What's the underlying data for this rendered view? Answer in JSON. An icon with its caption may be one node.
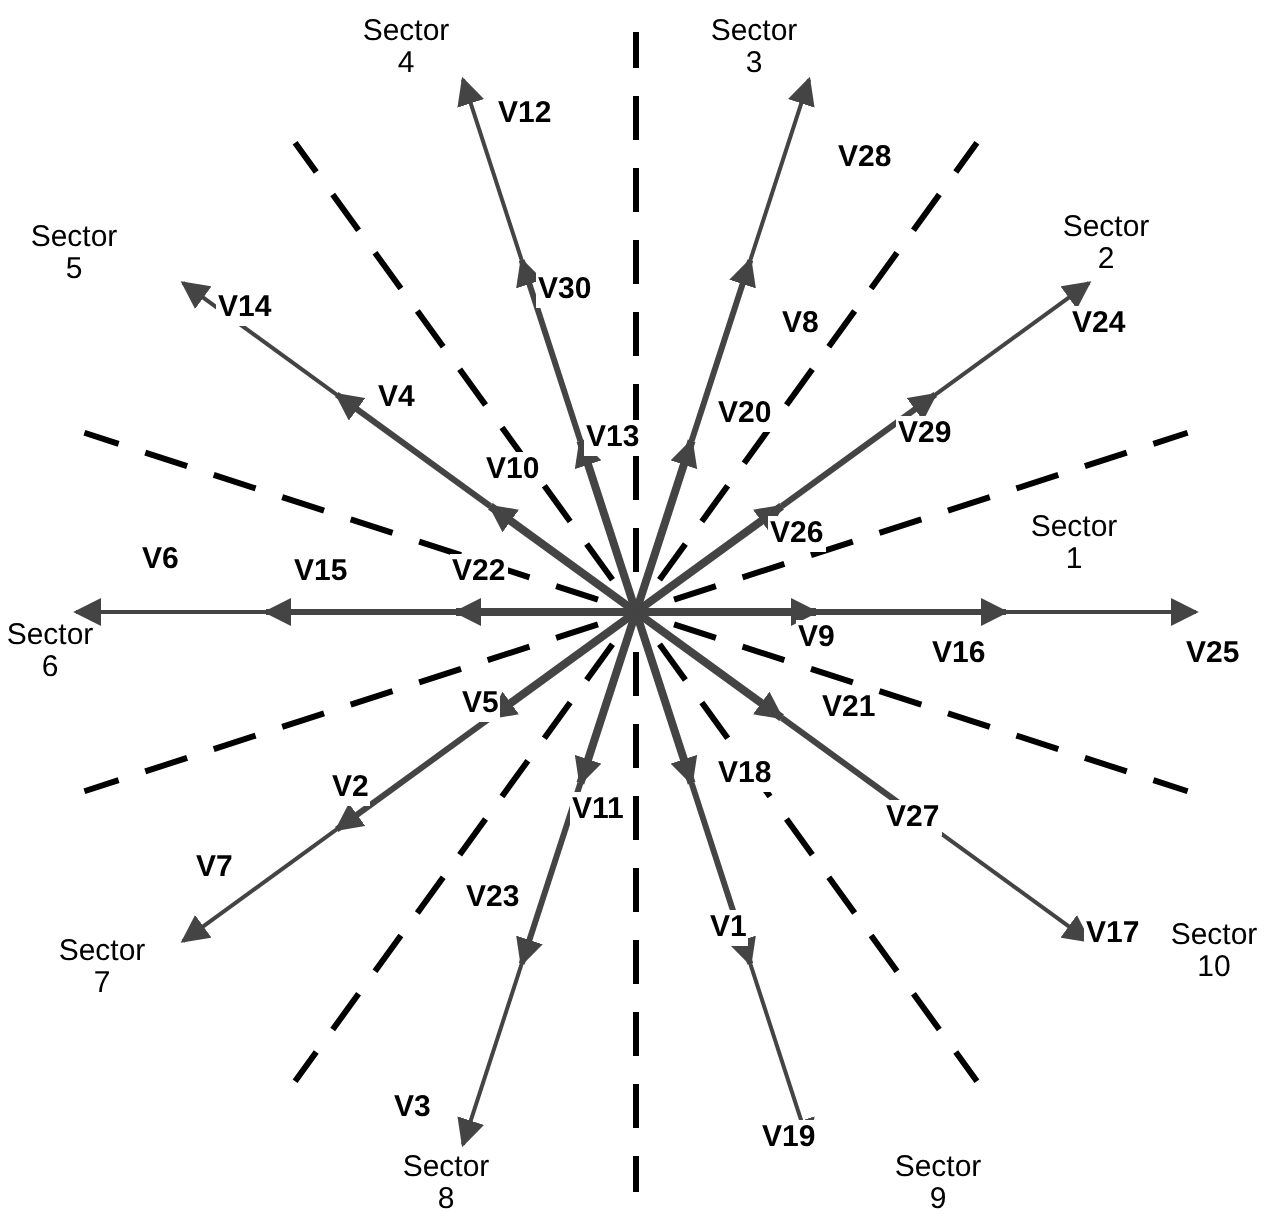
{
  "diagram": {
    "labels": [
      "Sector 4",
      "Sector 3",
      "V12",
      "V28",
      "Sector 5",
      "Sector 2",
      "V30",
      "V14",
      "V8",
      "V24",
      "V4",
      "V13",
      "V20",
      "V29",
      "V10",
      "V26",
      "Sector 1",
      "V6",
      "V15",
      "V22",
      "Sector 6",
      "V9",
      "V16",
      "V25",
      "V5",
      "V21",
      "V18",
      "V11",
      "V2",
      "V27",
      "V7",
      "V23",
      "Sector 7",
      "V1",
      "V17",
      "Sector 10",
      "V3",
      "V19",
      "Sector 8",
      "Sector 9"
    ]
  }
}
